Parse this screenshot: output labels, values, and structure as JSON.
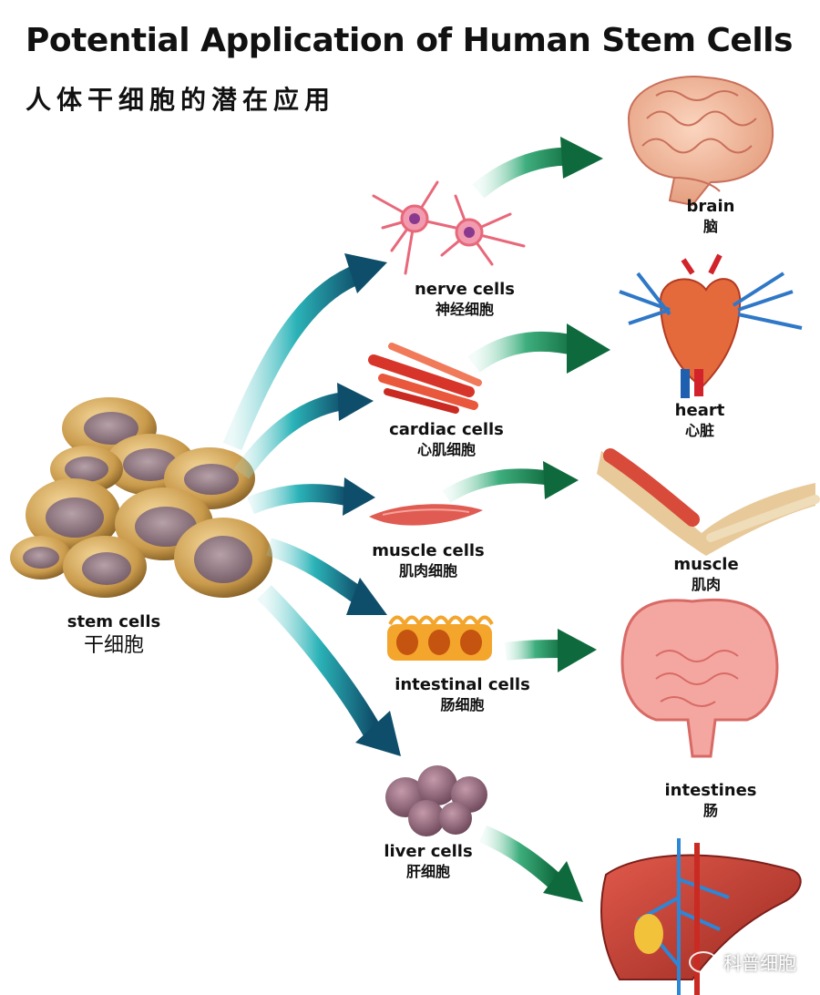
{
  "title": "Potential Application of Human Stem Cells",
  "subtitle": "人体干细胞的潜在应用",
  "source": {
    "en": "stem cells",
    "zh": "干细胞"
  },
  "cells": [
    {
      "en": "nerve cells",
      "zh": "神经细胞"
    },
    {
      "en": "cardiac cells",
      "zh": "心肌细胞"
    },
    {
      "en": "muscle cells",
      "zh": "肌肉细胞"
    },
    {
      "en": "intestinal cells",
      "zh": "肠细胞"
    },
    {
      "en": "liver cells",
      "zh": "肝细胞"
    }
  ],
  "organs": [
    {
      "en": "brain",
      "zh": "脑"
    },
    {
      "en": "heart",
      "zh": "心脏"
    },
    {
      "en": "muscle",
      "zh": "肌肉"
    },
    {
      "en": "intestines",
      "zh": "肠"
    },
    {
      "en": "",
      "zh": ""
    }
  ],
  "watermark": "科普细胞",
  "colors": {
    "arrow_teal_dark": "#0f4e6a",
    "arrow_teal_light": "#2bb3b8",
    "arrow_green_dark": "#0e6a3c",
    "arrow_green_light": "#7fd3b3",
    "stem_outer": "#c79a4a",
    "stem_nucleus": "#8a6e7a"
  }
}
